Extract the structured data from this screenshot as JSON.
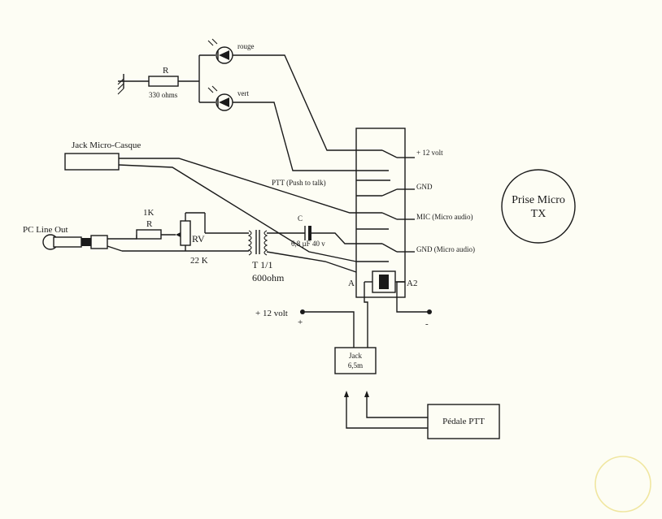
{
  "colors": {
    "paper": "#fdfdf4",
    "ink": "#1a1a1a",
    "stain": "#f0e6a0"
  },
  "diagram": {
    "leds": {
      "red": "rouge",
      "green": "vert"
    },
    "resistor_top": {
      "name": "R",
      "value": "330 ohms"
    },
    "jack_headset": "Jack Micro-Casque",
    "pc_line_out": "PC Line Out",
    "resistor_1k": {
      "value": "1K",
      "name": "R"
    },
    "pot": {
      "name": "RV",
      "value": "22 K"
    },
    "transformer": {
      "name": "T 1/1",
      "value": "600ohm"
    },
    "capacitor": {
      "name": "C",
      "value": "6,8 µF 40 v"
    },
    "relay_labels": {
      "plus12": "+ 12 volt",
      "ptt": "PTT (Push to talk)",
      "gnd": "GND",
      "mic": "MIC (Micro audio)",
      "gnd_audio": "GND (Micro audio)",
      "coil_a": "A",
      "coil_a2": "A2"
    },
    "prise_micro": {
      "line1": "Prise Micro",
      "line2": "TX"
    },
    "supply": {
      "label": "+ 12 volt",
      "plus": "+",
      "minus": "-"
    },
    "jack_pedal": {
      "line1": "Jack",
      "line2": "6,5m"
    },
    "pedal": "Pédale PTT"
  }
}
